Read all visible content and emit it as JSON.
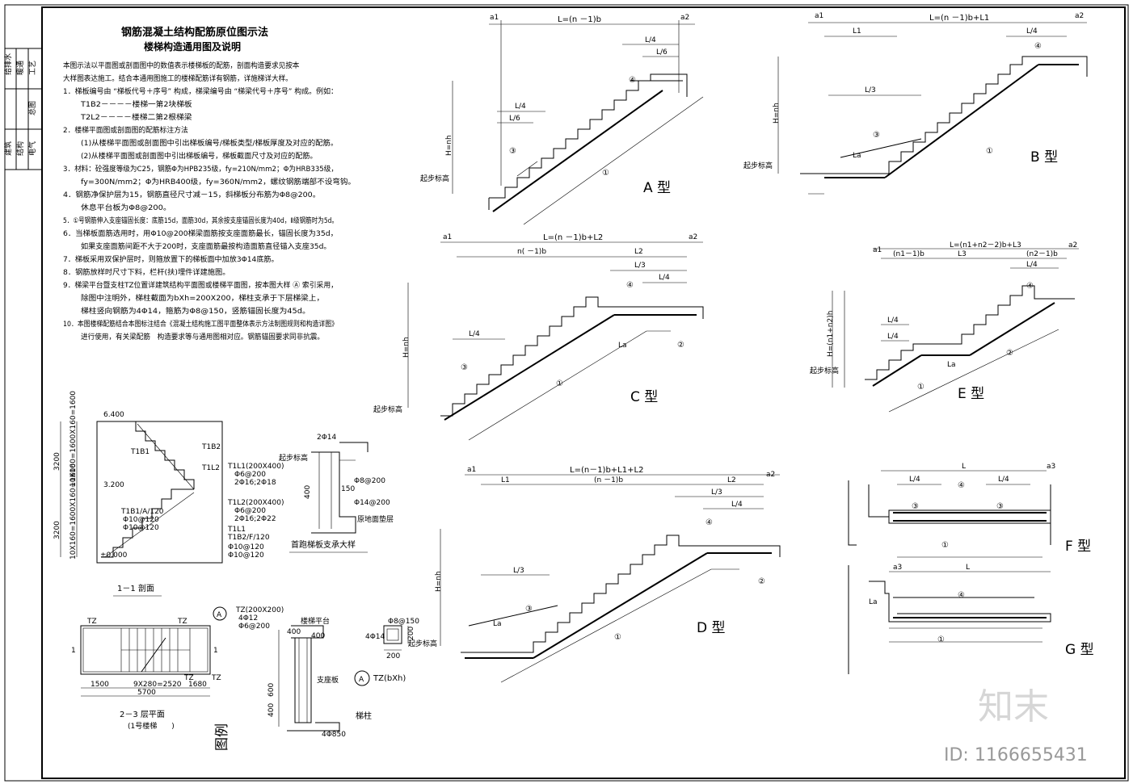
{
  "title": {
    "line1": "钢筋混凝土结构配筋原位图示法",
    "line2": "楼梯构造通用图及说明"
  },
  "title_block": {
    "cells": [
      "给排水",
      "暖通",
      "建筑",
      "结构",
      "总图",
      "工艺",
      "电气"
    ]
  },
  "notes": [
    "本图示法以平面图或剖面图中的数值表示楼梯板的配筋，剖面构造要求见按本",
    "大样图表达施工。结合本通用图施工的楼梯配筋详有钢筋，详施梯详大样。",
    "1．梯板编号由 “梯板代号＋序号” 构成，梯梁编号由 “梯梁代号＋序号” 构成。例如：",
    "T1B2－－－－楼梯一第2块梯板",
    "T2L2－－－－楼梯二第2根梯梁",
    "2．楼梯平面图或剖面图的配筋标注方法",
    "(1)从楼梯平面图或剖面图中引出梯板编号/梯板类型/梯板厚度及对应的配筋。",
    "(2)从楼梯平面图或剖面图中引出梯板编号，梯板截面尺寸及对应的配筋。",
    "3．材料：砼强度等级为C25，钢筋Φ为HPB235级，fy=210N/mm2；Φ为HRB335级，",
    "fy=300N/mm2；Φ为HRB400级，fy=360N/mm2，螺纹钢筋端部不设弯钩。",
    "4．钢筋净保护层为15，钢筋直径尺寸减－15，斜梯板分布筋为Φ8@200。",
    "休息平台板为Φ8@200。",
    "5．①号钢筋伸入支座锚固长度：底筋15d，面筋30d，其余按支座锚固长度为40d，Ⅱ级钢筋时为5d。",
    "6．当梯板面筋选用时，用Φ10@200梯梁面筋按支座面筋最长，锚固长度为35d，",
    "如果支座面筋间距不大于200时，支座面筋最按构造面筋直径锚入支座35d。",
    "7．梯板采用双保护层时，则箍放置下的梯板面中加放3Φ14底筋。",
    "8．钢筋放样时尺寸下料，栏杆(扶)埋件详建施图。",
    "9．梯梁平台暨支柱TZ位置详建筑结构平面图或楼梯平面图，按本图大样 Ⓐ 索引采用，",
    "除图中注明外，梯柱截面为bXh=200X200，梯柱支承于下层梯梁上，",
    "梯柱竖向钢筋为4Φ14，箍筋为Φ8@150，竖筋锚固长度为45d。",
    "10．本图楼梯配筋结合本图标注结合《混凝土结构施工图平面整体表示方法制图规则和构造详图》",
    "进行使用，有关梁配筋　构造要求等与通用图相对应。钢筋锚固要求同非抗震。"
  ],
  "types": [
    {
      "label": "A 型",
      "formula": "L=(n －1)b",
      "dims": [
        "L/4",
        "L/6",
        "L/4",
        "L/6"
      ],
      "height": "H=nh",
      "a1": "a1",
      "a2": "a2"
    },
    {
      "label": "B 型",
      "formula": "L=(n －1)b+L1",
      "dims": [
        "L1",
        "L/4",
        "L/3"
      ],
      "height": "H=nh",
      "a1": "a1",
      "a2": "a2"
    },
    {
      "label": "C 型",
      "formula": "L=(n －1)b+L2",
      "dims": [
        "n( －1)b",
        "L2",
        "L/3",
        "L/4",
        "L/4"
      ],
      "height": "H=nh",
      "a1": "a1",
      "a2": "a2"
    },
    {
      "label": "D 型",
      "formula": "L=(n－1)b+L1+L2",
      "dims": [
        "L1",
        "(n －1)b",
        "L2",
        "L/3",
        "L/4",
        "L/3"
      ],
      "height": "H=nh",
      "a1": "a1",
      "a2": "a2"
    },
    {
      "label": "E 型",
      "formula": "L=(n1+n2－2)b+L3",
      "dims": [
        "(n1－1)b",
        "L3",
        "(n2－1)b",
        "L/4",
        "L/4",
        "L/4"
      ],
      "height": "H=(n1+n2)h",
      "a1": "a1",
      "a2": "a2"
    },
    {
      "label": "F 型",
      "formula": "L",
      "dims": [
        "L/4",
        "L/4"
      ],
      "a3": "a3"
    },
    {
      "label": "G 型",
      "formula": "L",
      "dims": [],
      "a3": "a3"
    }
  ],
  "common_labels": {
    "la": "La",
    "start_mark": "起步标高",
    "c1": "①",
    "c2": "②",
    "c3": "③",
    "c4": "④"
  },
  "section": {
    "caption": "1－1 剖面",
    "levels": [
      "6.400",
      "3.200",
      "±0.000"
    ],
    "heights": [
      "3200",
      "3200"
    ],
    "dim_text": [
      "10X160=1600X160=1600",
      "10X160=1600X160=1600"
    ],
    "tags": [
      "T1B1",
      "T1B2",
      "T1L2",
      "T1L1(200X400)",
      "Φ6@200",
      "2Φ16;2Φ18",
      "T1B1/A/120",
      "Φ10@120",
      "Φ10@120",
      "T1L2(200X400)",
      "Φ6@200",
      "2Φ16;2Φ22",
      "T1L1",
      "T1B2/F/120",
      "Φ10@120",
      "Φ10@120"
    ]
  },
  "plan": {
    "caption": "2－3 层平面",
    "sub": "(1号楼梯　　)",
    "dims": [
      "1500",
      "9X280=2520",
      "1680",
      "5700"
    ],
    "tags": [
      "TZ",
      "TZ",
      "TZ",
      "TZ",
      "1",
      "1"
    ],
    "tz_note": [
      "TZ(200X200)",
      "4Φ12",
      "Φ6@200"
    ],
    "circle": "A"
  },
  "support_detail": {
    "caption": "首跑梯板支承大样",
    "labels": [
      "2Φ14",
      "起步标高",
      "Φ8@200",
      "150",
      "400",
      "Φ14@200",
      "原地面垫层"
    ]
  },
  "legend": {
    "caption": "图例",
    "labels": [
      "楼梯平台",
      "400",
      "600",
      "400",
      "400",
      "支座板",
      "4Φ850"
    ]
  },
  "column": {
    "caption": "梯柱",
    "tag": "TZ(bXh)",
    "circle": "A",
    "labels": [
      "Φ8@150",
      "4Φ14",
      "200",
      "200"
    ]
  },
  "watermark": {
    "brand": "知末",
    "id": "ID: 1166655431"
  }
}
